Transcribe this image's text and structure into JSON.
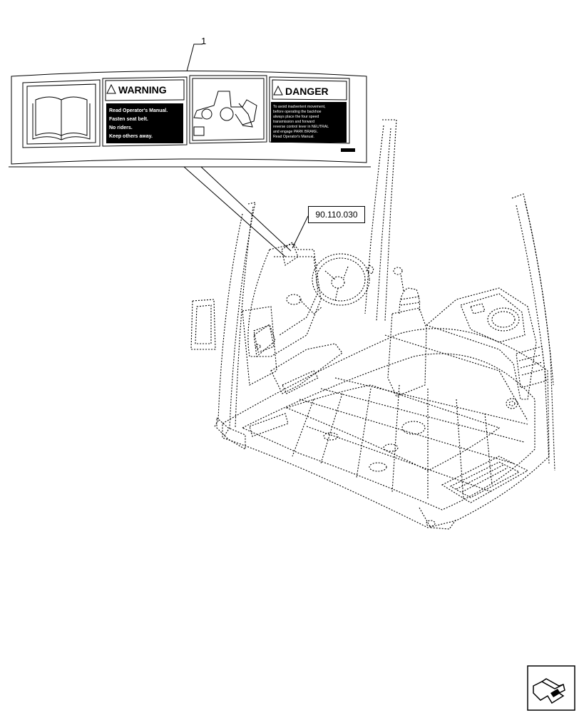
{
  "callout": {
    "item_number": "1",
    "reference": "90.110.030"
  },
  "decal": {
    "warning_panel": {
      "heading": "WARNING",
      "lines": [
        "Read Operator's Manual.",
        "Fasten seat belt.",
        "No riders.",
        "Keep others away."
      ]
    },
    "danger_panel": {
      "heading": "DANGER",
      "lines": [
        "To avoid inadvertent movement,",
        "before operating the backhoe",
        "always place the four speed",
        "transmission and forward",
        "reverse control lever in NEUTRAL",
        "and engage PARK BRAKE.",
        "Read Operator's Manual."
      ]
    }
  },
  "icons": {
    "manual": "open-book-icon",
    "navigation": "page-navigation-icon"
  }
}
